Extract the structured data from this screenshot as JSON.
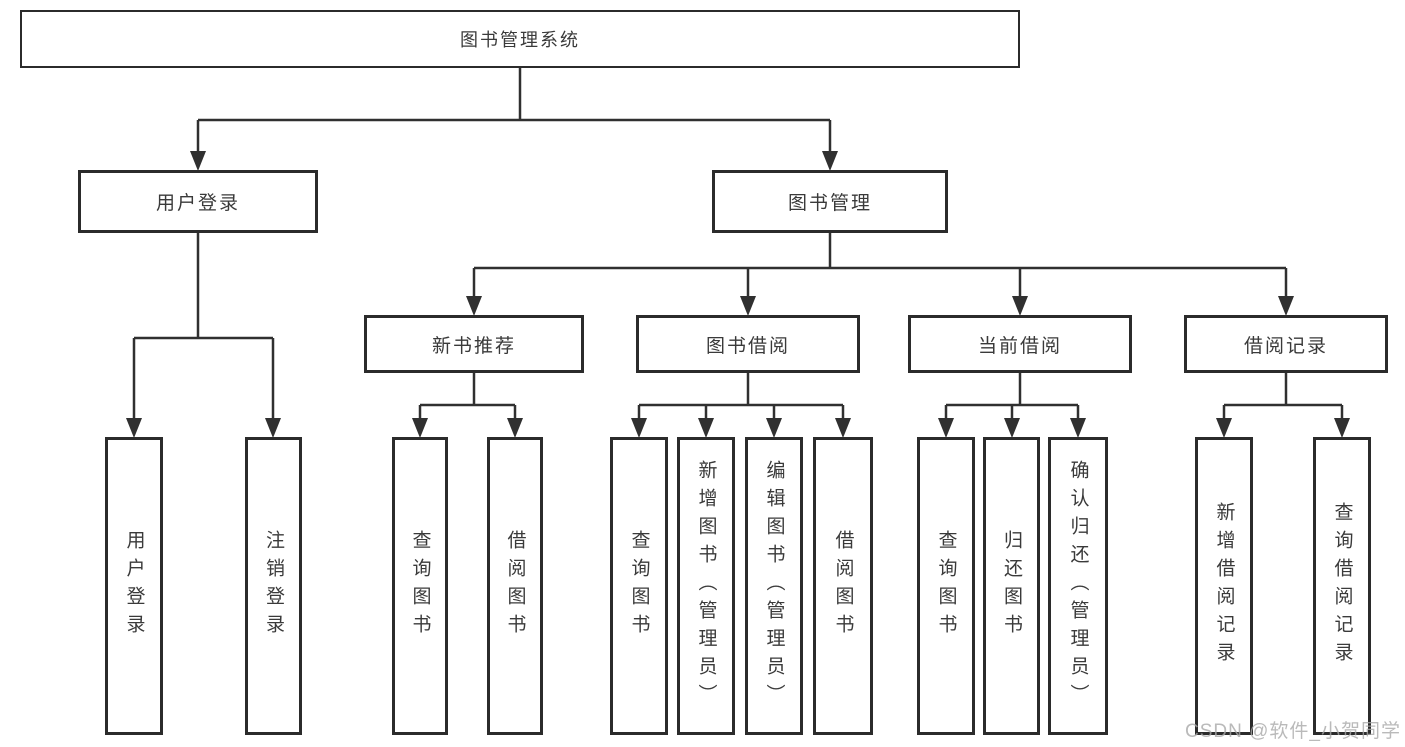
{
  "colors": {
    "line": "#303030",
    "box_border": "#2b2b2b",
    "text": "#3a3a3a",
    "watermark": "#a9a9a9"
  },
  "tree": {
    "root": {
      "label": "图书管理系统"
    },
    "children": [
      {
        "label": "用户登录",
        "children": [
          {
            "label": "用户登录"
          },
          {
            "label": "注销登录"
          }
        ]
      },
      {
        "label": "图书管理",
        "children": [
          {
            "label": "新书推荐",
            "children": [
              {
                "label": "查询图书"
              },
              {
                "label": "借阅图书"
              }
            ]
          },
          {
            "label": "图书借阅",
            "children": [
              {
                "label": "查询图书"
              },
              {
                "label": "新增图书（管理员）"
              },
              {
                "label": "编辑图书（管理员）"
              },
              {
                "label": "借阅图书"
              }
            ]
          },
          {
            "label": "当前借阅",
            "children": [
              {
                "label": "查询图书"
              },
              {
                "label": "归还图书"
              },
              {
                "label": "确认归还（管理员）"
              }
            ]
          },
          {
            "label": "借阅记录",
            "children": [
              {
                "label": "新增借阅记录"
              },
              {
                "label": "查询借阅记录"
              }
            ]
          }
        ]
      }
    ]
  },
  "watermark": "CSDN @软件_小贺同学"
}
